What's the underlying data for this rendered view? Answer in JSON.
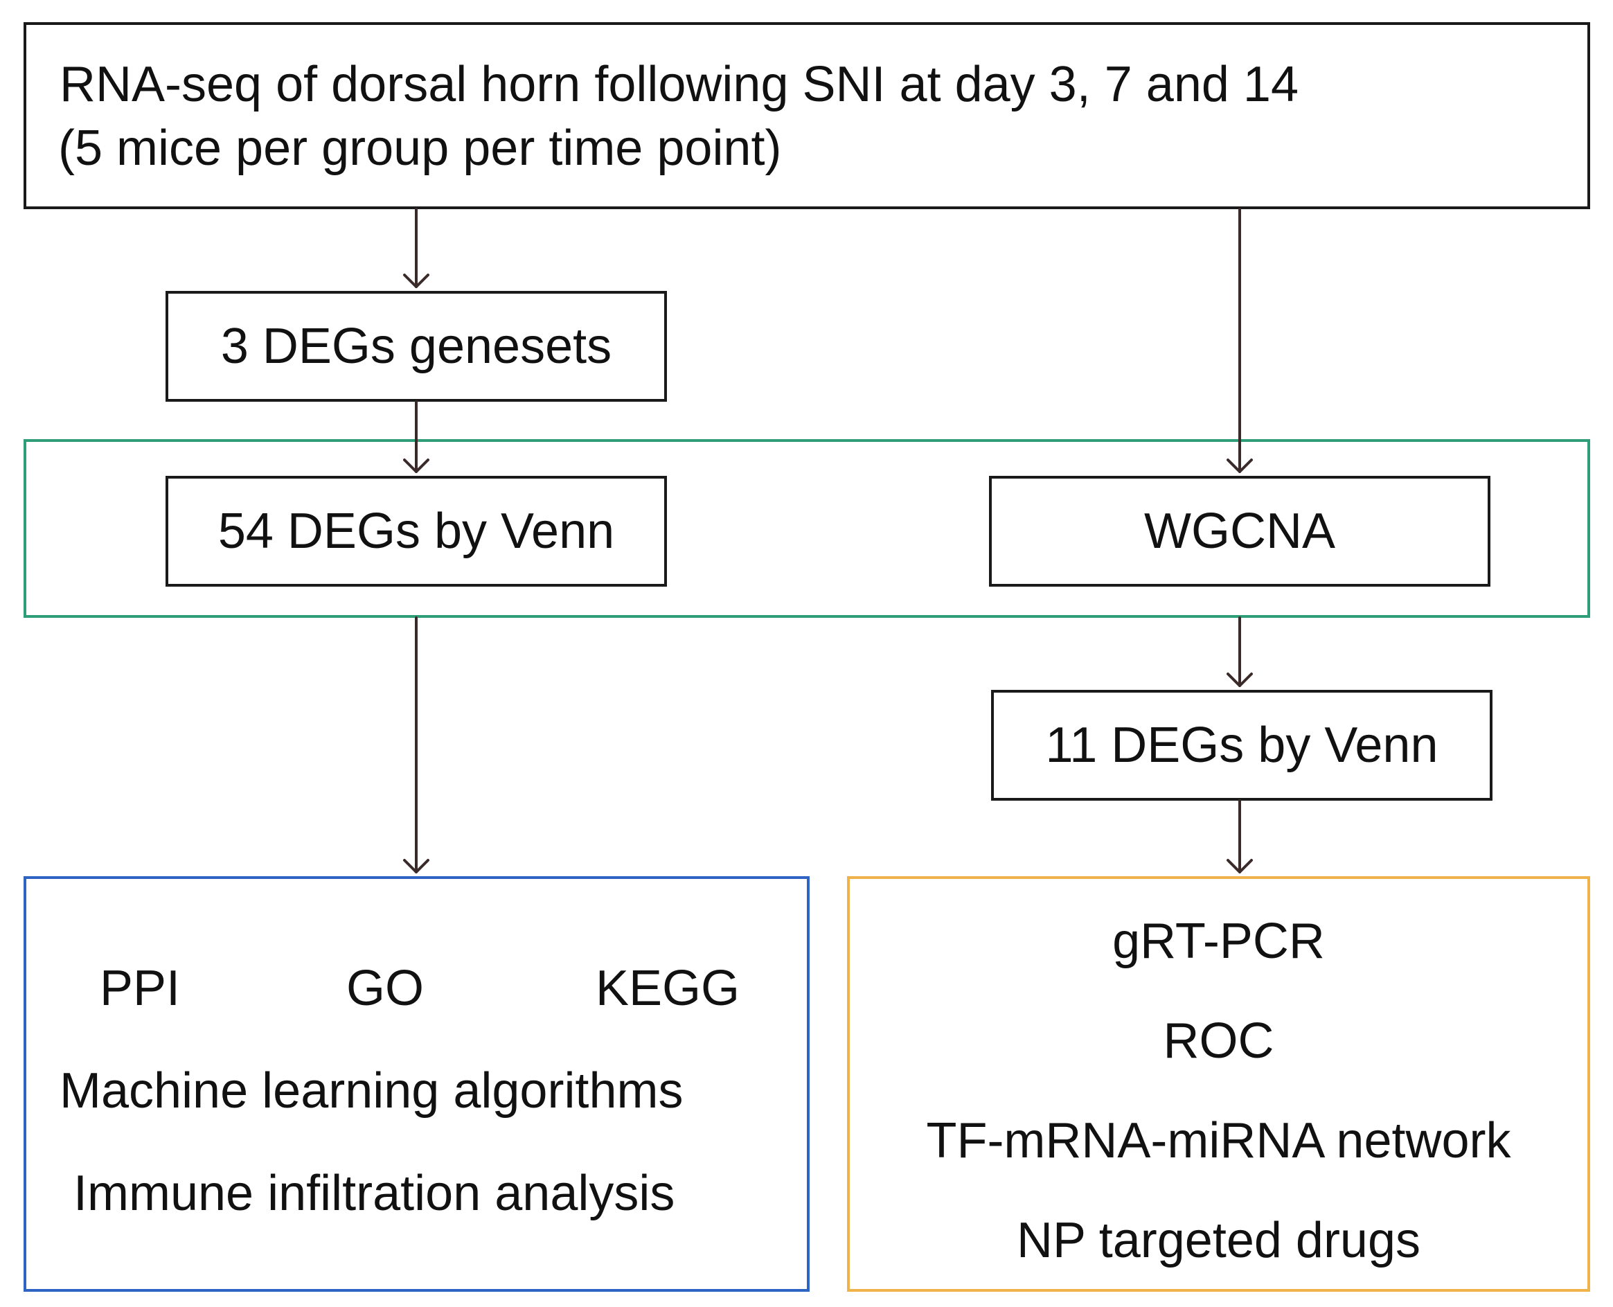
{
  "top": {
    "line1": "RNA-seq of dorsal horn following SNI at day 3, 7 and 14",
    "line2": "(5 mice per group per time point)"
  },
  "left": {
    "genesets": "3 DEGs genesets",
    "venn": "54 DEGs by Venn"
  },
  "right": {
    "wgcna": "WGCNA",
    "venn": "11 DEGs by Venn"
  },
  "bottom_left": {
    "row1": [
      "PPI",
      "GO",
      "KEGG"
    ],
    "ml": "Machine learning algorithms",
    "immune": "Immune infiltration analysis"
  },
  "bottom_right": {
    "items": [
      "gRT-PCR",
      "ROC",
      "TF-mRNA-miRNA network",
      "NP targeted drugs"
    ]
  },
  "colors": {
    "line": "#3a2a2a",
    "box_border": "#1a1a1a",
    "group_border": "#2e9e78",
    "blue_border": "#2f63c4",
    "orange_border": "#f0b24a"
  }
}
